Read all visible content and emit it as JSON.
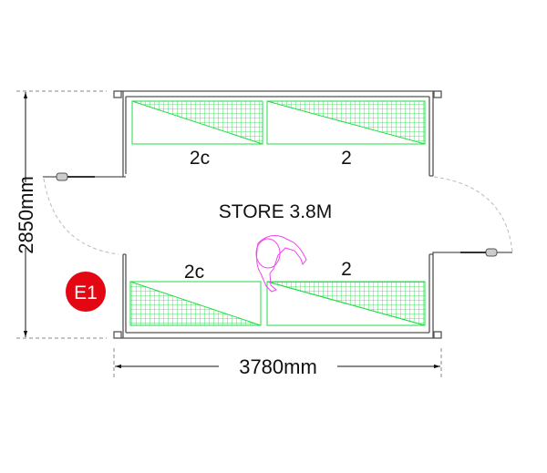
{
  "room": {
    "title": "STORE 3.8M"
  },
  "dimensions": {
    "width": "3780mm",
    "height": "2850mm"
  },
  "racks": [
    {
      "label": "2c"
    },
    {
      "label": "2"
    },
    {
      "label": "2c"
    },
    {
      "label": "2"
    }
  ],
  "marker": {
    "label": "E1",
    "color": "#e30613"
  },
  "colors": {
    "rack": "#22dd44",
    "wall": "#555555",
    "person": "#ee44ee"
  }
}
